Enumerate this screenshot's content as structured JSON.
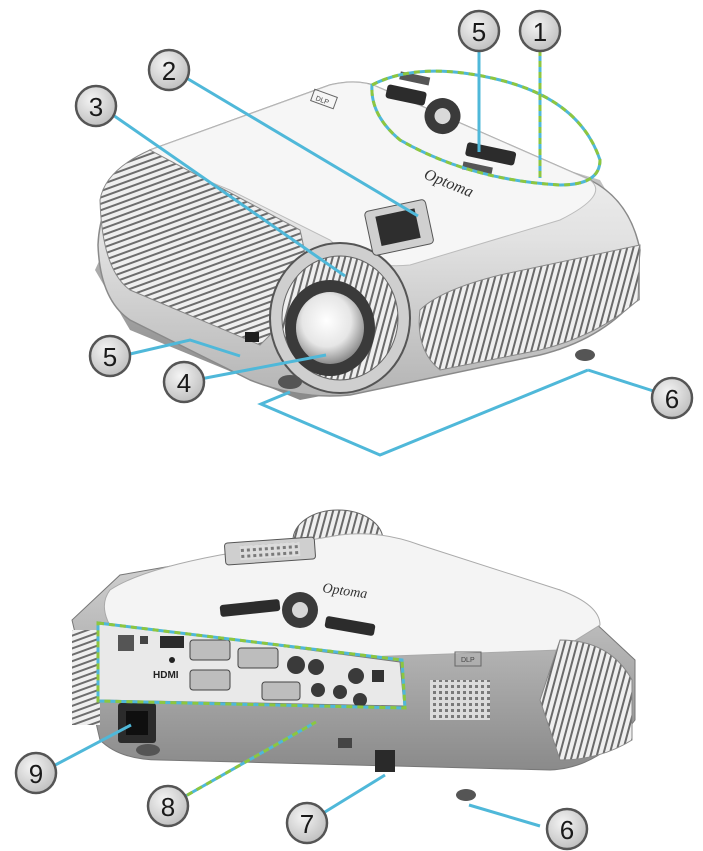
{
  "figure": {
    "callouts_top": [
      {
        "id": "c1",
        "label": "1"
      },
      {
        "id": "c2",
        "label": "2"
      },
      {
        "id": "c3",
        "label": "3"
      },
      {
        "id": "c4",
        "label": "4"
      },
      {
        "id": "c5a",
        "label": "5"
      },
      {
        "id": "c5b",
        "label": "5"
      },
      {
        "id": "c6a",
        "label": "6"
      }
    ],
    "callouts_bottom": [
      {
        "id": "c6b",
        "label": "6"
      },
      {
        "id": "c7",
        "label": "7"
      },
      {
        "id": "c8",
        "label": "8"
      },
      {
        "id": "c9",
        "label": "9"
      }
    ],
    "brand_top": "Optoma",
    "brand_bottom": "Optoma",
    "dlp_badge": "DLP",
    "hdmi_logo": "HDMI"
  },
  "colors": {
    "callout_line": "#4fb8d9",
    "highlight_dash": "#8dc63f",
    "callout_fill": "#d6d6d6",
    "callout_stroke": "#555555",
    "body_light": "#f2f2f2",
    "body_mid": "#c8c8c8",
    "body_dark": "#6a6a6a"
  },
  "icons": [
    "callout-circle-icon",
    "projector-top-view",
    "projector-rear-view"
  ]
}
